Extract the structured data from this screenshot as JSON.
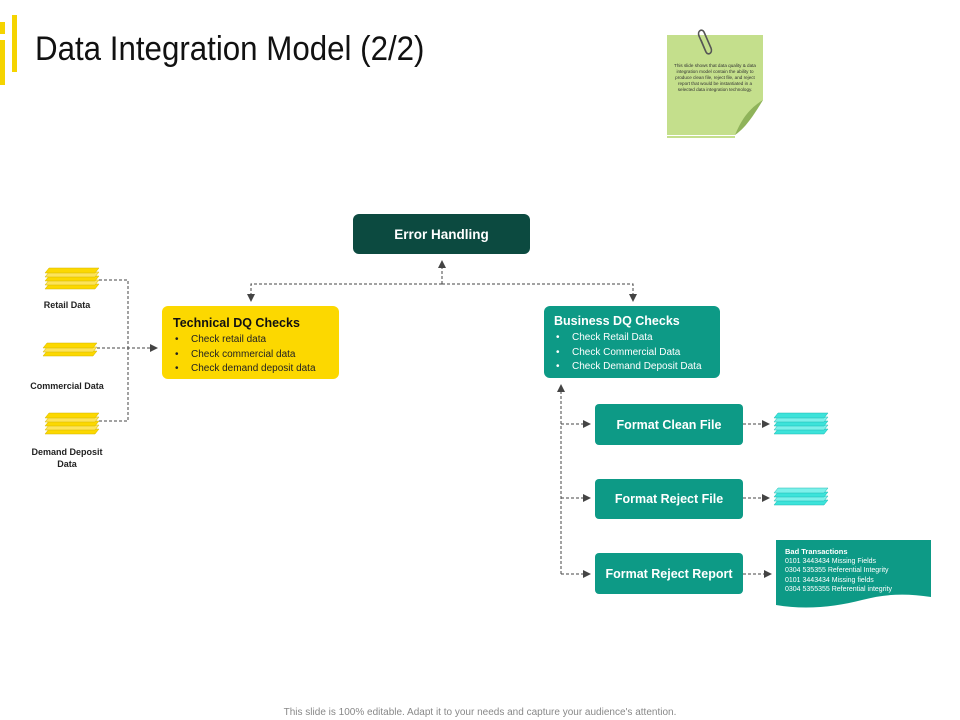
{
  "slide": {
    "title": "Data Integration Model (2/2)",
    "footer": "This slide is 100% editable. Adapt it to your needs and capture your audience's attention.",
    "accent_color": "#f5d400"
  },
  "sticky_note": {
    "text": "This slide shows that data quality & data integration model contain the ability to produce clean file, reject file, and reject report that would be instantiated in a selected data integration technology.",
    "color": "#c4df8c",
    "icon": "paperclip-icon"
  },
  "error_handling": {
    "label": "Error Handling",
    "color": "#0c4a40"
  },
  "sources": [
    {
      "label": "Retail Data"
    },
    {
      "label": "Commercial Data"
    },
    {
      "label": "Demand Deposit Data"
    }
  ],
  "technical_checks": {
    "title": "Technical DQ Checks",
    "items": [
      "Check retail data",
      "Check commercial  data",
      "Check demand deposit data"
    ],
    "color": "#fcd800"
  },
  "business_checks": {
    "title": "Business DQ Checks",
    "items": [
      "Check Retail Data",
      "Check Commercial Data",
      "Check Demand Deposit Data"
    ],
    "color": "#0d9a86"
  },
  "outputs": [
    {
      "label": "Format Clean File"
    },
    {
      "label": "Format Reject File"
    },
    {
      "label": "Format Reject Report"
    }
  ],
  "bad_transactions": {
    "title": "Bad Transactions",
    "lines": [
      "0101 3443434 Missing Fields",
      "0304 535355 Referential Integrity",
      "0101 3443434 Missing fields",
      "0304 5355355 Referential integrity"
    ]
  }
}
